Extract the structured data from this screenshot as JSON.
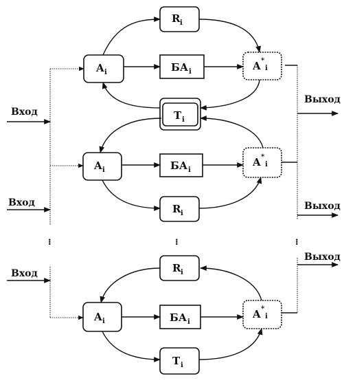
{
  "blocks": {
    "a": "A",
    "a_star": "A",
    "a_star_mark": "*",
    "ba": "БА",
    "r": "R",
    "t": "T",
    "index": "i"
  },
  "io": {
    "input": "Вход",
    "output": "Выход"
  },
  "ellipsis": "⁝"
}
